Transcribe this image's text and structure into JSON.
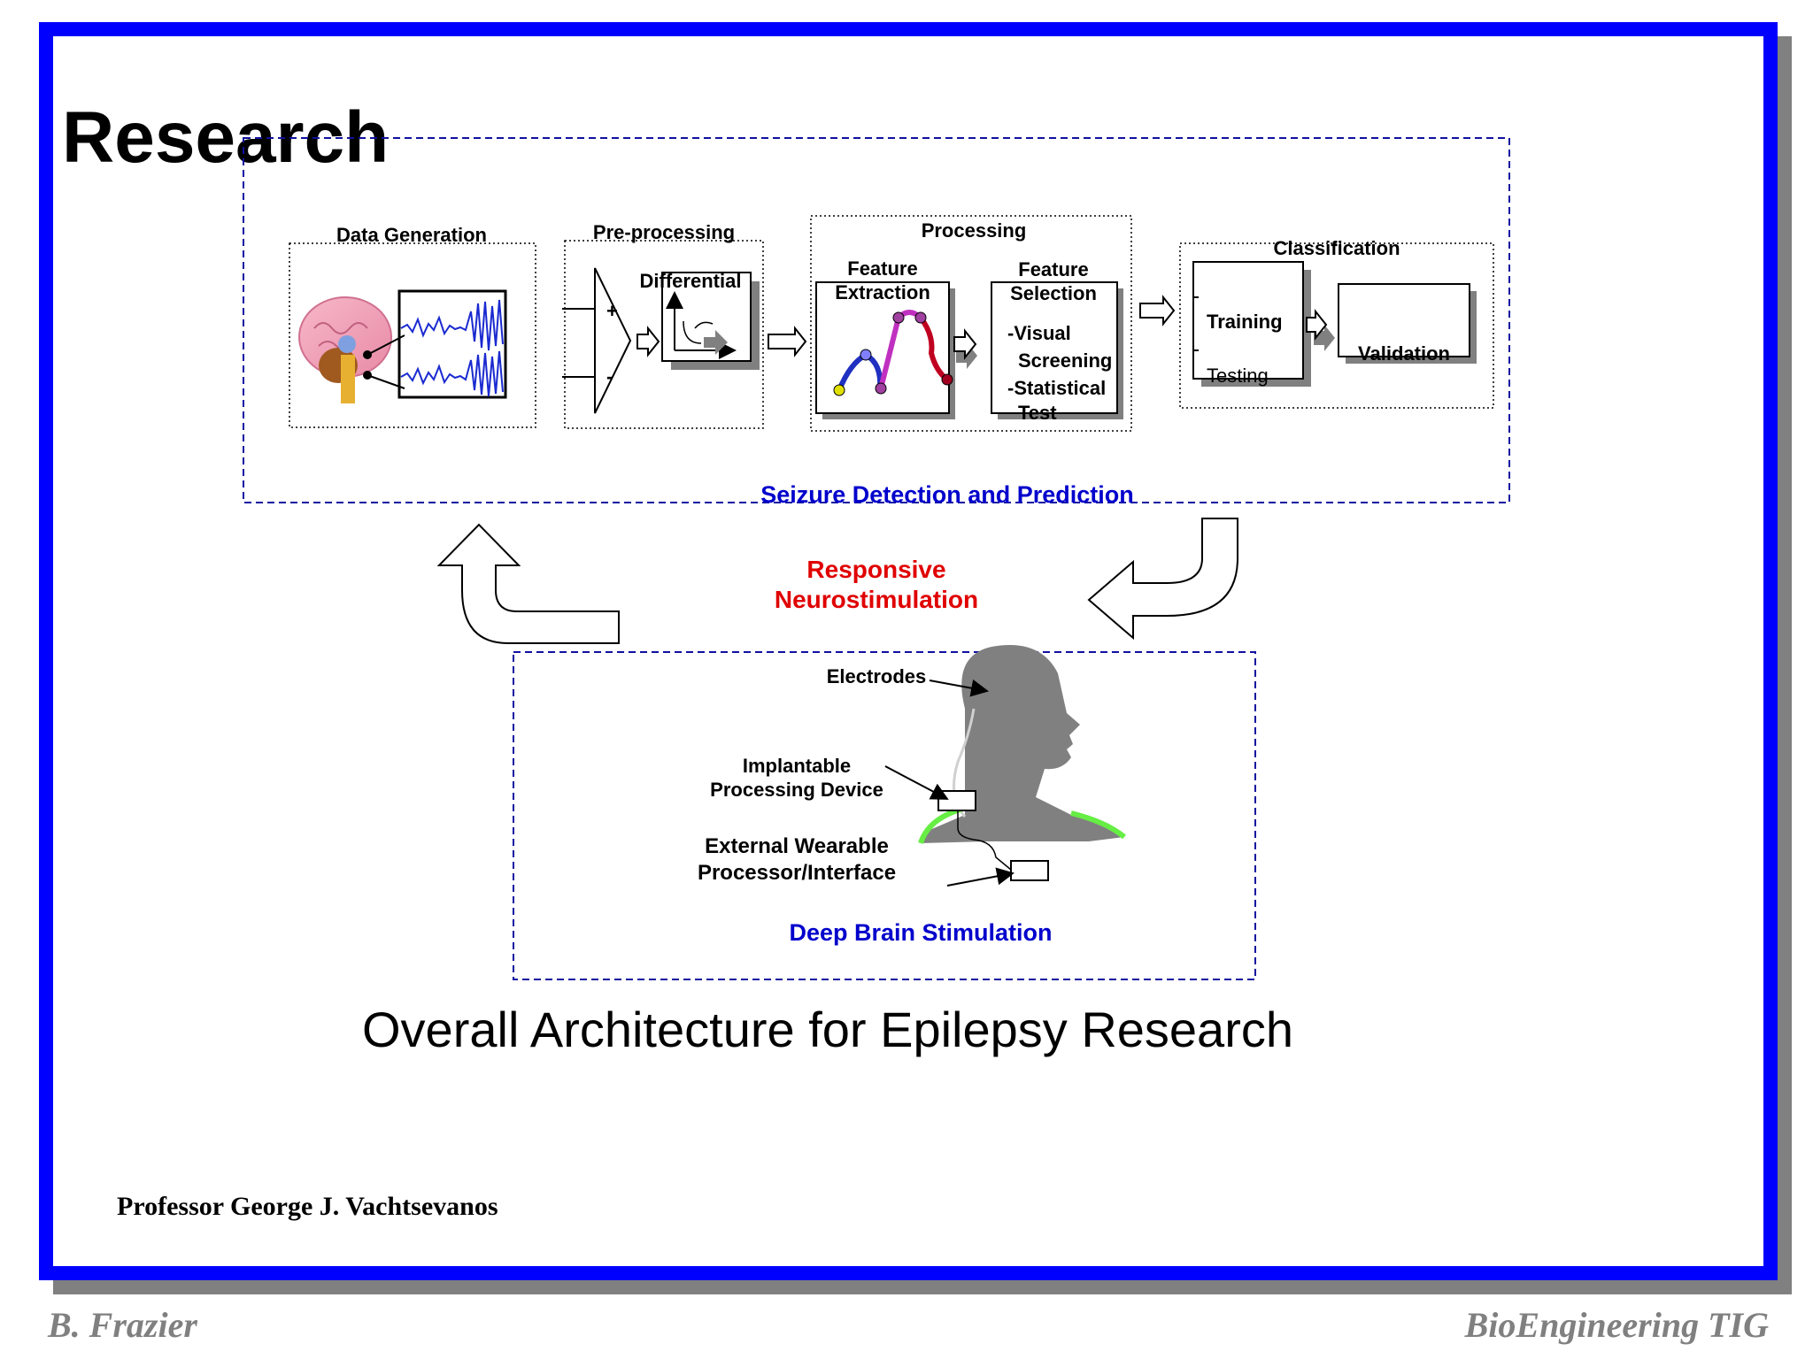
{
  "slide": {
    "title": "Research",
    "caption": "Overall Architecture for Epilepsy Research",
    "professor": "Professor George J. Vachtsevanos"
  },
  "footer": {
    "left": "B. Frazier",
    "right": "BioEngineering TIG"
  },
  "top_panel": {
    "label": "Seizure Detection and Prediction",
    "stages": {
      "data_generation": "Data Generation",
      "preprocessing": "Pre-processing",
      "differential": "Differential",
      "processing": "Processing",
      "feature_extraction": [
        "Feature",
        "Extraction"
      ],
      "feature_selection": [
        "Feature",
        "Selection"
      ],
      "selection_items": [
        "-Visual",
        "Screening",
        "-Statistical",
        "Test"
      ],
      "classification": "Classification",
      "training": "Training",
      "testing": "Testing",
      "validation": "Validation",
      "plus_sign": "+",
      "minus_sign": "-"
    }
  },
  "middle": {
    "responsive": [
      "Responsive",
      "Neurostimulation"
    ]
  },
  "bottom_panel": {
    "label": "Deep Brain Stimulation",
    "electrodes": "Electrodes",
    "implantable": [
      "Implantable",
      "Processing Device"
    ],
    "external": [
      "External Wearable",
      "Processor/Interface"
    ]
  },
  "colors": {
    "frame_blue": "#0000ff",
    "frame_shadow": "#808080",
    "panel_label_blue": "#0000cc",
    "responsive_red": "#e00000",
    "footer_gray": "#808080"
  }
}
